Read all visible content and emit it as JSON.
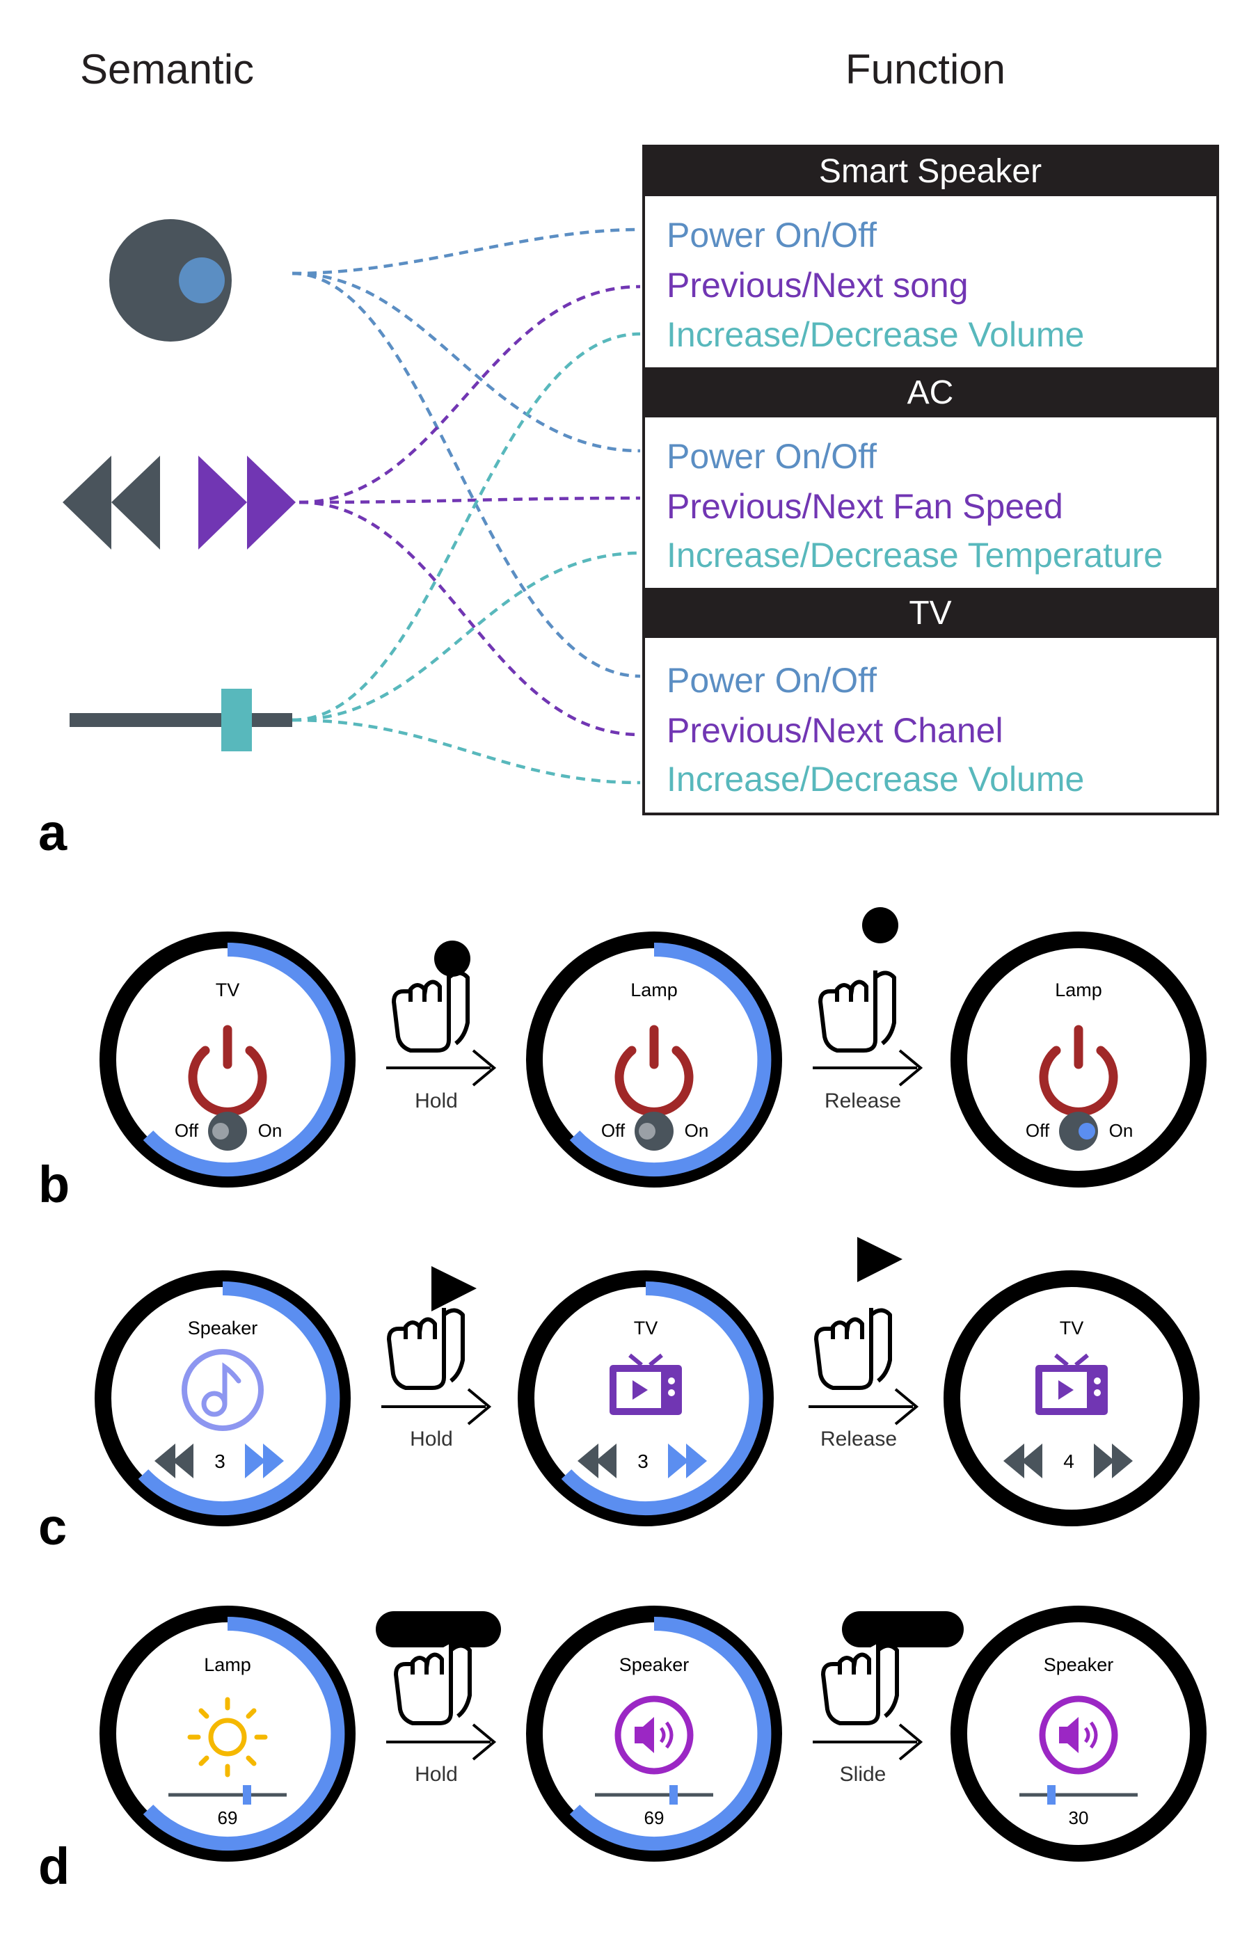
{
  "panel_a": {
    "label": "a",
    "col_semantic": "Semantic",
    "col_function": "Function",
    "colors": {
      "blue": "#5b8ec3",
      "purple": "#7136b3",
      "teal": "#58b8bc",
      "dark": "#4a545c",
      "header": "#231f20"
    },
    "devices": [
      {
        "name": "Smart Speaker",
        "functions": [
          "Power On/Off",
          "Previous/Next song",
          "Increase/Decrease Volume"
        ]
      },
      {
        "name": "AC",
        "functions": [
          "Power On/Off",
          "Previous/Next Fan Speed",
          "Increase/Decrease Temperature"
        ]
      },
      {
        "name": "TV",
        "functions": [
          "Power On/Off",
          "Previous/Next Chanel",
          "Increase/Decrease Volume"
        ]
      }
    ],
    "semantics": [
      "toggle-icon",
      "skip-arrows-icon",
      "slider-icon"
    ]
  },
  "panel_b": {
    "label": "b",
    "arrow1": "Hold",
    "arrow2": "Release",
    "screens": [
      {
        "title": "TV",
        "off": "Off",
        "on": "On",
        "toggle": "off",
        "progress": 0.62
      },
      {
        "title": "Lamp",
        "off": "Off",
        "on": "On",
        "toggle": "off",
        "progress": 0.62
      },
      {
        "title": "Lamp",
        "off": "Off",
        "on": "On",
        "toggle": "on",
        "progress": 0
      }
    ]
  },
  "panel_c": {
    "label": "c",
    "arrow1": "Hold",
    "arrow2": "Release",
    "screens": [
      {
        "title": "Speaker",
        "icon": "music-note-icon",
        "value": "3",
        "progress": 0.62
      },
      {
        "title": "TV",
        "icon": "tv-icon",
        "value": "3",
        "progress": 0.62
      },
      {
        "title": "TV",
        "icon": "tv-icon",
        "value": "4",
        "progress": 0
      }
    ]
  },
  "panel_d": {
    "label": "d",
    "arrow1": "Hold",
    "arrow2": "Slide",
    "screens": [
      {
        "title": "Lamp",
        "icon": "sun-icon",
        "value": "69",
        "progress": 0.62
      },
      {
        "title": "Speaker",
        "icon": "speaker-icon",
        "value": "69",
        "progress": 0.62
      },
      {
        "title": "Speaker",
        "icon": "speaker-icon",
        "value": "30",
        "progress": 0
      }
    ]
  }
}
